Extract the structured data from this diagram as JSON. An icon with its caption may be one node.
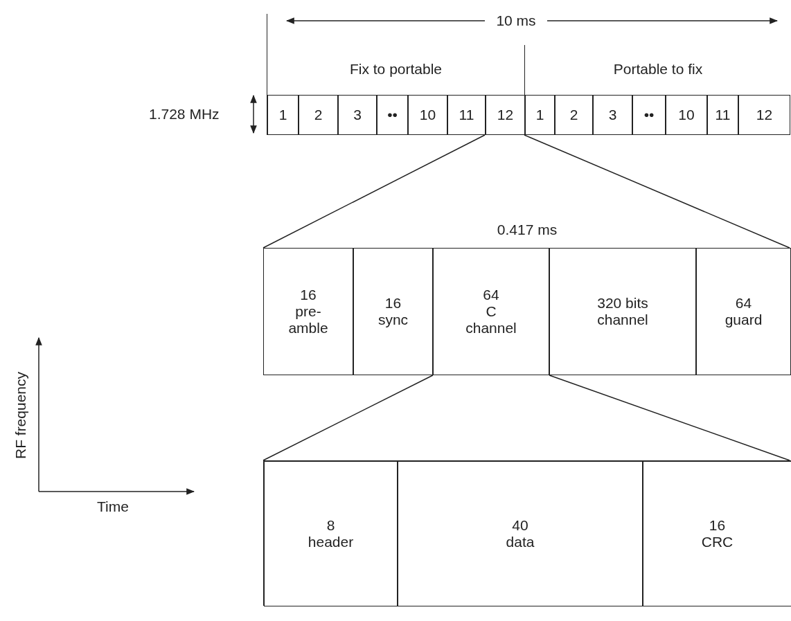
{
  "diagram": {
    "nodes": [
      {
        "text": [
          "Fix to portable"
        ]
      },
      {
        "text": [
          "1"
        ],
        "in": 0
      },
      {
        "text": [
          "2"
        ],
        "in": 0
      },
      {
        "text": [
          "3"
        ],
        "in": 0
      },
      {
        "text": [
          "••"
        ],
        "in": 0
      },
      {
        "text": [
          "10"
        ],
        "in": 0
      },
      {
        "text": [
          "11"
        ],
        "in": 0
      },
      {
        "text": [
          "12"
        ],
        "in": 0
      },
      {
        "text": [
          "Portable to fix"
        ]
      },
      {
        "text": [
          "1"
        ],
        "in": 8
      },
      {
        "text": [
          "2"
        ],
        "in": 8
      },
      {
        "text": [
          "3"
        ],
        "in": 8
      },
      {
        "text": [
          "••"
        ],
        "in": 8
      },
      {
        "text": [
          "10"
        ],
        "in": 8
      },
      {
        "text": [
          "11"
        ],
        "in": 8
      },
      {
        "text": [
          "12"
        ],
        "in": 8
      },
      {
        "text": [
          "0.417 ms"
        ]
      },
      {
        "text": [
          "16",
          "pre- amble"
        ],
        "in": 16
      },
      {
        "text": [
          "16",
          "sync"
        ],
        "in": 16
      },
      {
        "text": [
          "64",
          "C channel"
        ],
        "in": 16
      },
      {
        "text": [
          "320 bits channel"
        ],
        "in": 16
      },
      {
        "text": [
          "64",
          "guard"
        ],
        "in": 16
      },
      {
        "text": [],
        "shape": "box"
      },
      {
        "text": [
          "8",
          "header"
        ],
        "in": 22
      },
      {
        "text": [
          "40",
          "data"
        ],
        "in": 22
      },
      {
        "text": [
          "16",
          "CRC"
        ],
        "in": 22
      }
    ],
    "edges": [
      {
        "from": 7,
        "to": 16,
        "arrow": "none"
      },
      {
        "from": 7,
        "to": 16,
        "arrow": "none"
      },
      {
        "from": 19,
        "to": 22,
        "arrow": "none"
      },
      {
        "from": 19,
        "to": 22,
        "arrow": "none"
      }
    ],
    "labels": [
      "10 ms",
      "1.728 MHz",
      "RF frequency",
      "Time"
    ]
  }
}
